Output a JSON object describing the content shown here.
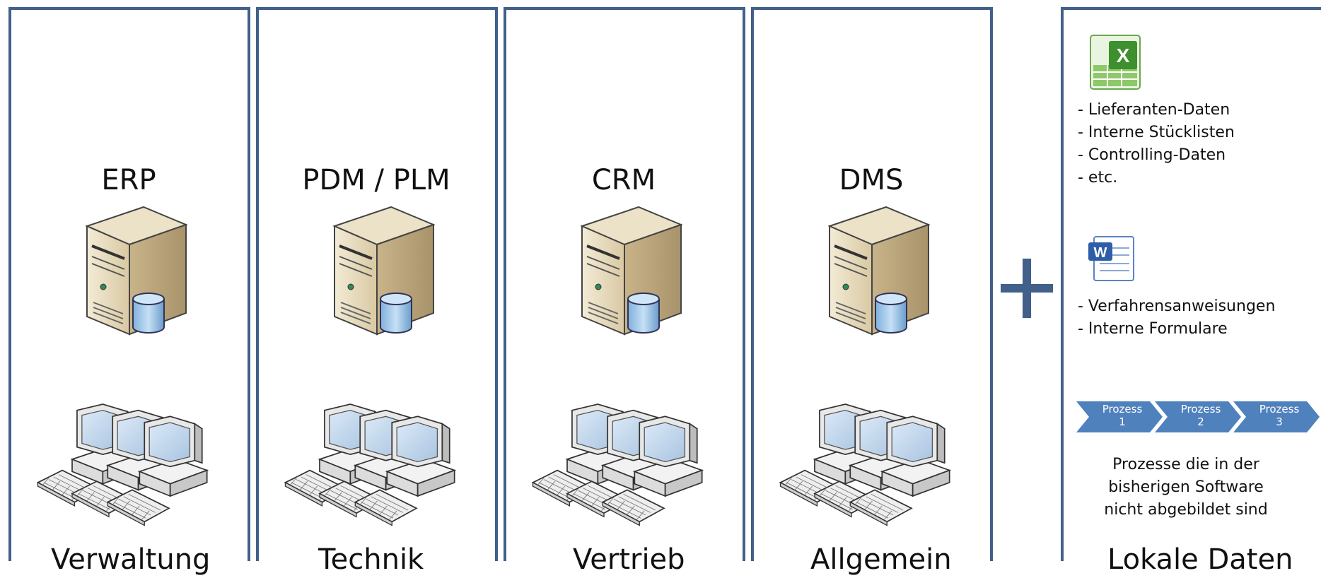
{
  "panels": [
    {
      "system": "ERP",
      "label": "Verwaltung"
    },
    {
      "system": "PDM / PLM",
      "label": "Technik"
    },
    {
      "system": "CRM",
      "label": "Vertrieb"
    },
    {
      "system": "DMS",
      "label": "Allgemein"
    }
  ],
  "local": {
    "label": "Lokale Daten",
    "excel_items": [
      "- Lieferanten-Daten",
      "- Interne Stücklisten",
      "- Controlling-Daten",
      "- etc."
    ],
    "word_items": [
      "- Verfahrensanweisungen",
      "- Interne Formulare"
    ],
    "process_steps": [
      {
        "line1": "Prozess",
        "line2": "1"
      },
      {
        "line1": "Prozess",
        "line2": "2"
      },
      {
        "line1": "Prozess",
        "line2": "3"
      }
    ],
    "caption_lines": [
      "Prozesse die in der",
      "bisherigen Software",
      "nicht abgebildet sind"
    ]
  },
  "icons": {
    "server": "server-database-icon",
    "workstations": "workstations-icon",
    "plus": "plus-icon",
    "excel": "excel-icon",
    "word": "word-icon"
  },
  "colors": {
    "frame": "#41608a",
    "chevron": "#4f81bd",
    "excel": "#3e8f2e",
    "word": "#2f5ea8"
  }
}
